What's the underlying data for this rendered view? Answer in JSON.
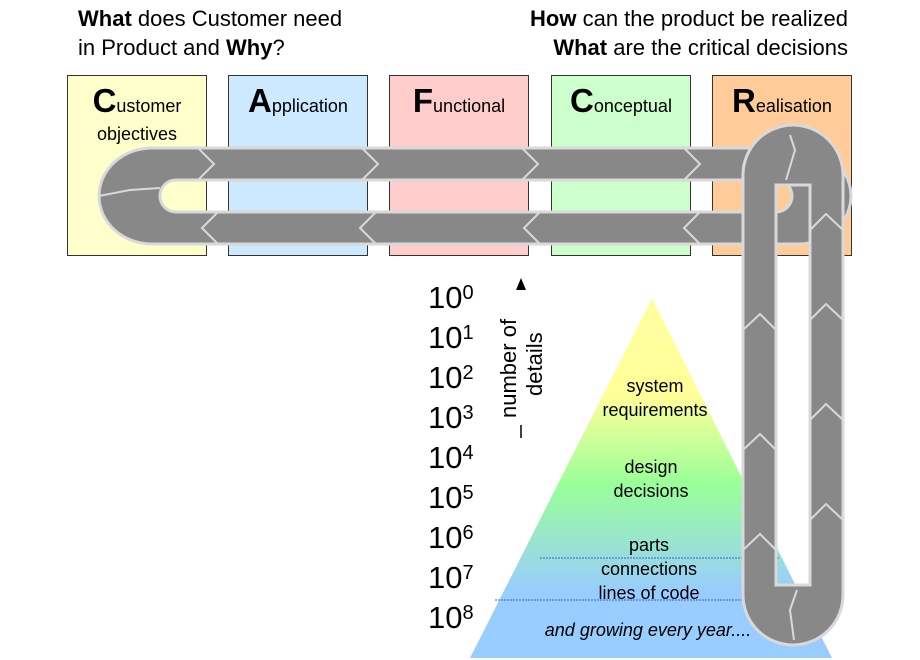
{
  "header_left": {
    "line1_bold": "What",
    "line1_rest": " does Customer need",
    "line2_pre": "in Product and ",
    "line2_bold": "Why",
    "line2_post": "?"
  },
  "header_right": {
    "line1_bold": "How",
    "line1_rest": " can the product be realized",
    "line2_bold": "What",
    "line2_rest": " are the critical decisions"
  },
  "views": [
    {
      "initial": "C",
      "rest": "ustomer",
      "sub": "objectives",
      "color": "#ffffcc"
    },
    {
      "initial": "A",
      "rest": "pplication",
      "sub": "",
      "color": "#cce9ff"
    },
    {
      "initial": "F",
      "rest": "unctional",
      "sub": "",
      "color": "#ffcccc"
    },
    {
      "initial": "C",
      "rest": "onceptual",
      "sub": "",
      "color": "#ccffcc"
    },
    {
      "initial": "R",
      "rest": "ealisation",
      "sub": "",
      "color": "#ffcc99"
    }
  ],
  "scale": {
    "base": "10",
    "exponents": [
      "0",
      "1",
      "2",
      "3",
      "4",
      "5",
      "6",
      "7",
      "8"
    ],
    "axis_line1": "number of",
    "axis_line2": "details"
  },
  "pyramid": {
    "level1": [
      "system",
      "requirements"
    ],
    "level2": [
      "design",
      "decisions"
    ],
    "level3": [
      "parts",
      "connections",
      "lines of code"
    ],
    "footer": "and growing every year...."
  },
  "colors": {
    "chain": "#888888",
    "chain_edge": "#d9d9d9",
    "pyramid_top": "#ffffa0",
    "pyramid_mid": "#99ff99",
    "pyramid_bottom": "#99ccff"
  }
}
